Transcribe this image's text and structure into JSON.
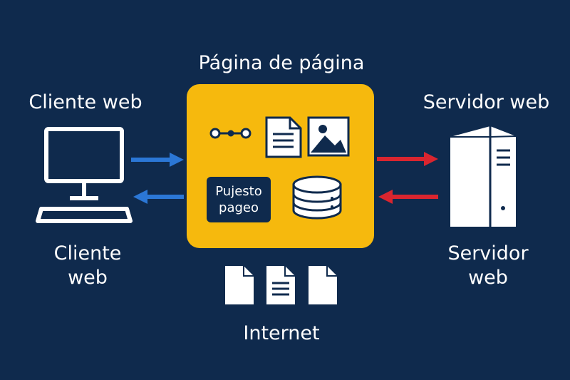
{
  "labels": {
    "center_title": "Página de página",
    "client_top": "Cliente web",
    "server_top": "Servidor web",
    "client_bottom": "Cliente web",
    "server_bottom": "Servidor web",
    "internet": "Internet",
    "box_text": "Pujesto pageo"
  },
  "colors": {
    "background": "#0f2a4d",
    "box": "#f6b90d",
    "blue_arrow": "#2b77d6",
    "red_arrow": "#d9252f",
    "icon": "#ffffff"
  },
  "icons": {
    "client": "desktop-computer-icon",
    "server": "server-tower-icon",
    "link": "link-nodes-icon",
    "document": "document-icon",
    "image": "image-icon",
    "database": "database-icon",
    "files": "file-icon"
  }
}
